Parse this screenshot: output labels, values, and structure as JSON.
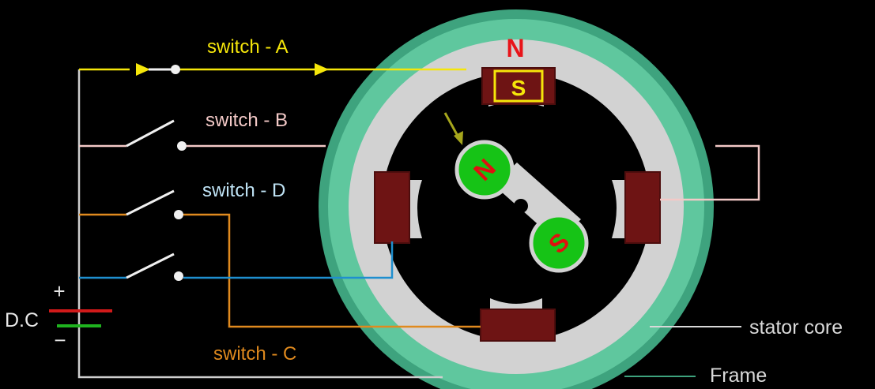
{
  "labels": {
    "switch_a": "switch - A",
    "switch_b": "switch - B",
    "switch_c": "switch - C",
    "switch_d": "switch - D",
    "stator_core": "stator core",
    "frame": "Frame",
    "dc": "D.C",
    "plus": "+",
    "minus": "−",
    "stator_top_pole": "N",
    "stator_top_magnet": "S",
    "rotor_north": "N",
    "rotor_south": "S"
  },
  "colors": {
    "background": "#000000",
    "frame_outer": "#3ea37e",
    "frame_inner": "#5fc79e",
    "stator_core": "#d2d2d2",
    "pole": "#6e1414",
    "pole_border": "#4d0d0d",
    "rotor_magnet": "#16c316",
    "rotor_letter": "#e01010",
    "wire_a": "#f5e60a",
    "wire_b": "#f3c9c7",
    "wire_c": "#e08a1e",
    "wire_d": "#1f8fcf",
    "ground_wire": "#cfcfcf",
    "label_stator_core": "#d9d9d9",
    "label_frame": "#d9d9d9",
    "label_dc": "#e8e8e8",
    "label_n_top": "#e8141a",
    "arrow_pointer": "#a6a61c",
    "battery_plus": "#d11a1a",
    "battery_minus": "#1fb31f"
  }
}
